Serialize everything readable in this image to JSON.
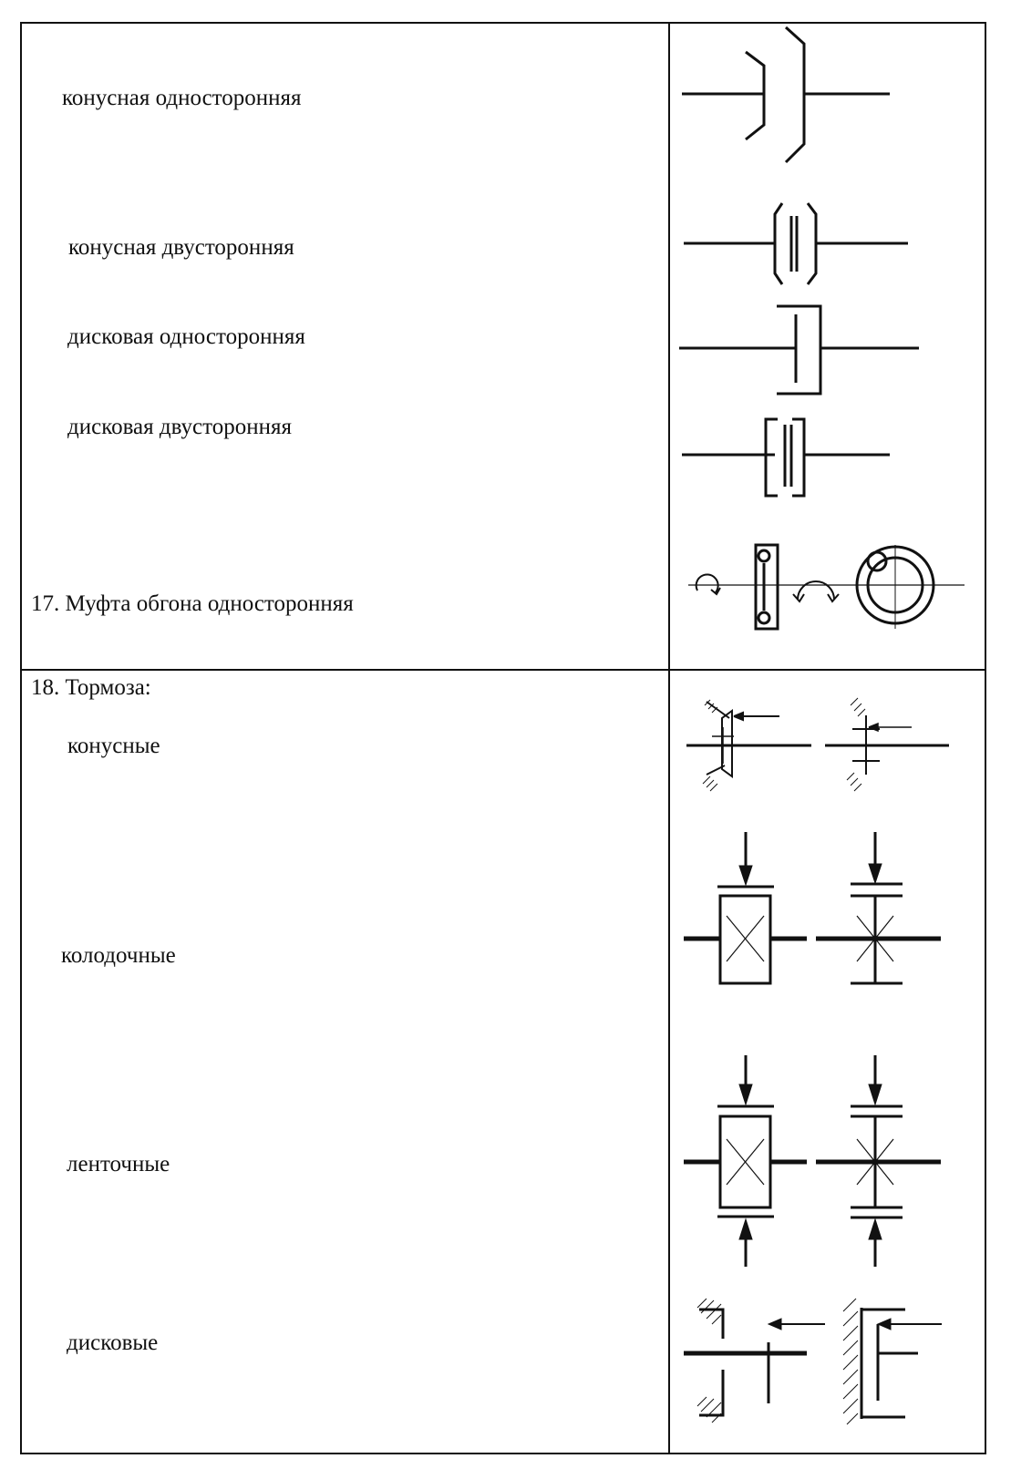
{
  "rows": {
    "cone_one_sided": "конусная односторонняя",
    "cone_two_sided": "конусная двусторонняя",
    "disc_one_sided": "дисковая односторонняя",
    "disc_two_sided": "дисковая двусторонняя",
    "overrun_clutch": "17. Муфта обгона односторонняя",
    "brakes_header": "18. Тормоза:",
    "brakes_conical": "конусные",
    "brakes_shoe": "колодочные",
    "brakes_band": "ленточные",
    "brakes_disc": "дисковые"
  }
}
